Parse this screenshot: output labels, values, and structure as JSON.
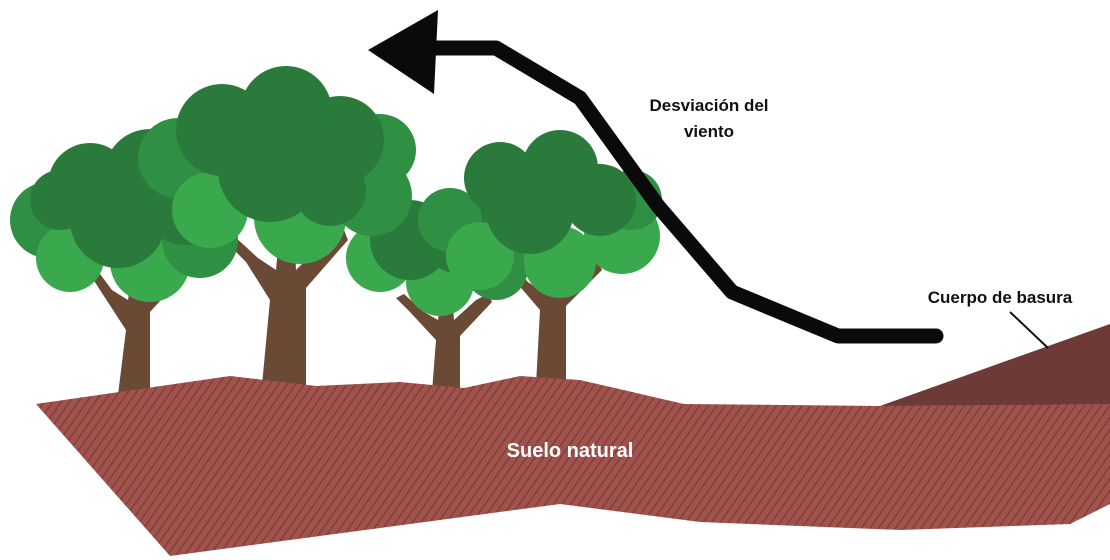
{
  "labels": {
    "wind_line1": "Desviación del",
    "wind_line2": "viento",
    "garbage": "Cuerpo de basura",
    "soil": "Suelo natural"
  },
  "colors": {
    "soil": "#a0524c",
    "soil_stripe": "#7a3a36",
    "garbage_body": "#6e3a38",
    "trunk": "#6b4a35",
    "foliage_dark": "#2a7a3c",
    "foliage_mid": "#2f8f42",
    "foliage_light": "#3aa84c",
    "arrow": "#0a0a0a"
  }
}
